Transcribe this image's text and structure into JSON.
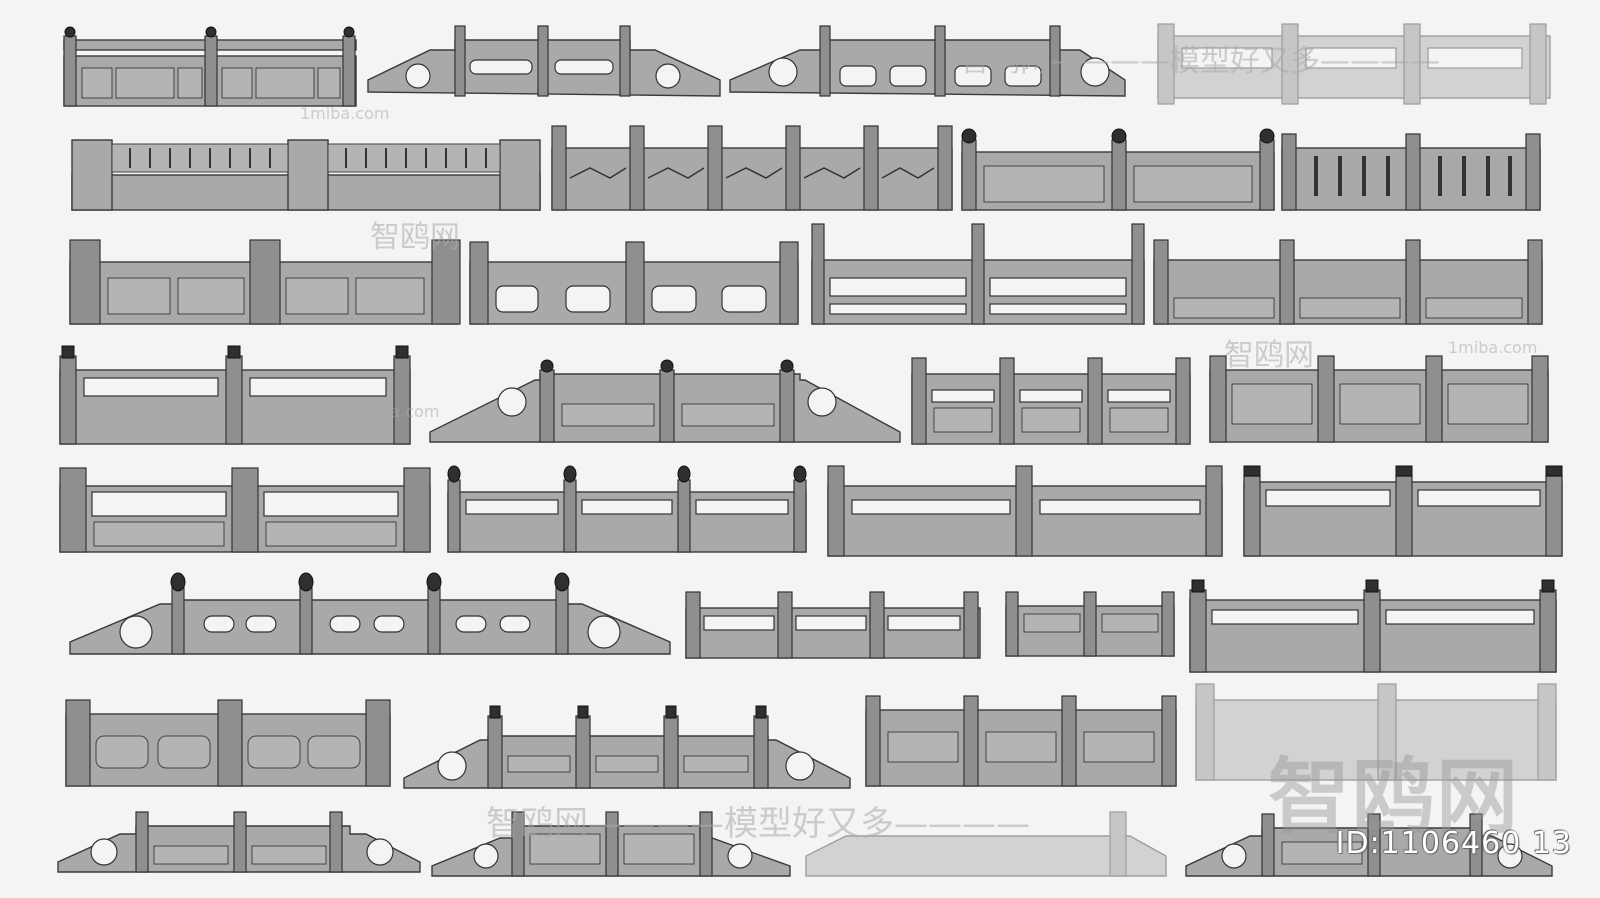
{
  "watermark": {
    "brand": "智鸥网",
    "slogan": "模型好又多",
    "site": "1miba.com",
    "banner": "智鸥网————模型好又多————"
  },
  "id_label": "ID:1106460 13",
  "colors": {
    "background": "#f4f4f4",
    "stone": "#a9a9a9",
    "outline": "#3a3a3a",
    "knob": "#2f2f2f"
  }
}
